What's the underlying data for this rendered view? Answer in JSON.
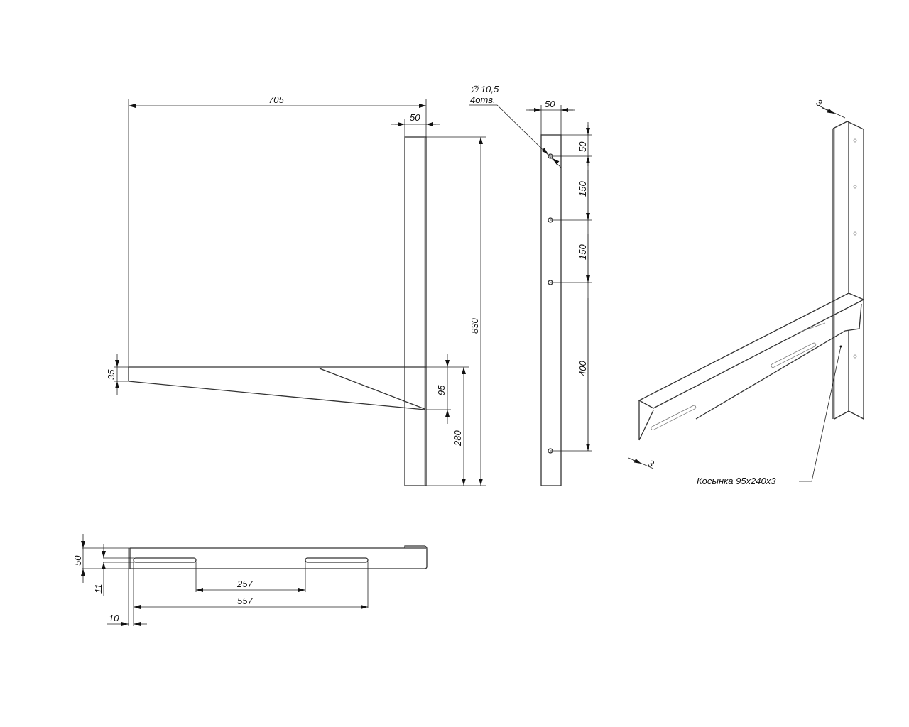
{
  "front_view": {
    "dim_width": "705",
    "dim_post": "50",
    "dim_height": "830",
    "dim_shelf_end": "35",
    "dim_gusset": "95",
    "dim_lower": "280"
  },
  "side_view": {
    "hole_note_diameter": "∅ 10,5",
    "hole_note_count": "4отв.",
    "dim_width": "50",
    "dim_spacing": [
      "50",
      "150",
      "150",
      "400"
    ]
  },
  "top_view": {
    "dim_height": "50",
    "dim_slot": "11",
    "dim_offset": "10",
    "dim_gap": "257",
    "dim_total": "557"
  },
  "iso_view": {
    "dim_thickness_top": "3",
    "dim_thickness_bottom": "3",
    "gusset_label": "Косынка 95x240x3"
  }
}
